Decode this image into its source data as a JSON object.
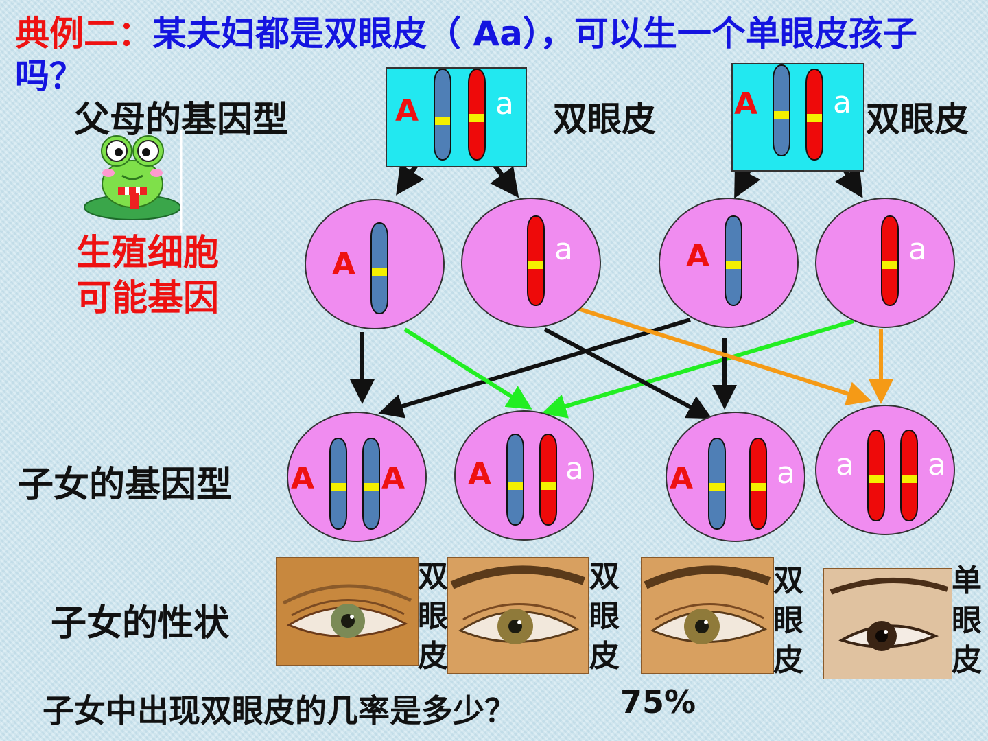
{
  "title": {
    "prefix": "典例二：",
    "text": "某夫妇都是双眼皮（ Aa），可以生一个单眼皮孩子吗？"
  },
  "labels": {
    "parents": "父母的基因型",
    "gametes_line1": "生殖细胞",
    "gametes_line2": "可能基因",
    "offspring": "子女的基因型",
    "traits": "子女的性状"
  },
  "parents": [
    {
      "alleles": [
        "A",
        "a"
      ],
      "phenotype": "双眼皮"
    },
    {
      "alleles": [
        "A",
        "a"
      ],
      "phenotype": "双眼皮"
    }
  ],
  "gametes": [
    "A",
    "a",
    "A",
    "a"
  ],
  "offspring": [
    {
      "alleles": [
        "A",
        "A"
      ]
    },
    {
      "alleles": [
        "A",
        "a"
      ]
    },
    {
      "alleles": [
        "A",
        "a"
      ]
    },
    {
      "alleles": [
        "a",
        "a"
      ]
    }
  ],
  "traits": [
    {
      "c1": "双",
      "c2": "眼",
      "c3": "皮"
    },
    {
      "c1": "双",
      "c2": "眼",
      "c3": "皮"
    },
    {
      "c1": "双",
      "c2": "眼",
      "c3": "皮"
    },
    {
      "c1": "单",
      "c2": "眼",
      "c3": "皮"
    }
  ],
  "question": {
    "text": "子女中出现双眼皮的几率是多少？",
    "answer": "75%"
  },
  "colors": {
    "background": "#cfe6ef",
    "title_blue": "#1414e0",
    "title_red": "#ee1111",
    "box_cyan": "#22e8f0",
    "cell_pink": "#f08cf0",
    "chrom_blue": "#4f7fb6",
    "chrom_red": "#ee0a0a",
    "band_yellow": "#f4f000",
    "arrow_green": "#22ee22",
    "arrow_orange": "#f59a16",
    "arrow_black": "#111111"
  },
  "icons": {
    "mascot": "frog-mascot-icon"
  }
}
